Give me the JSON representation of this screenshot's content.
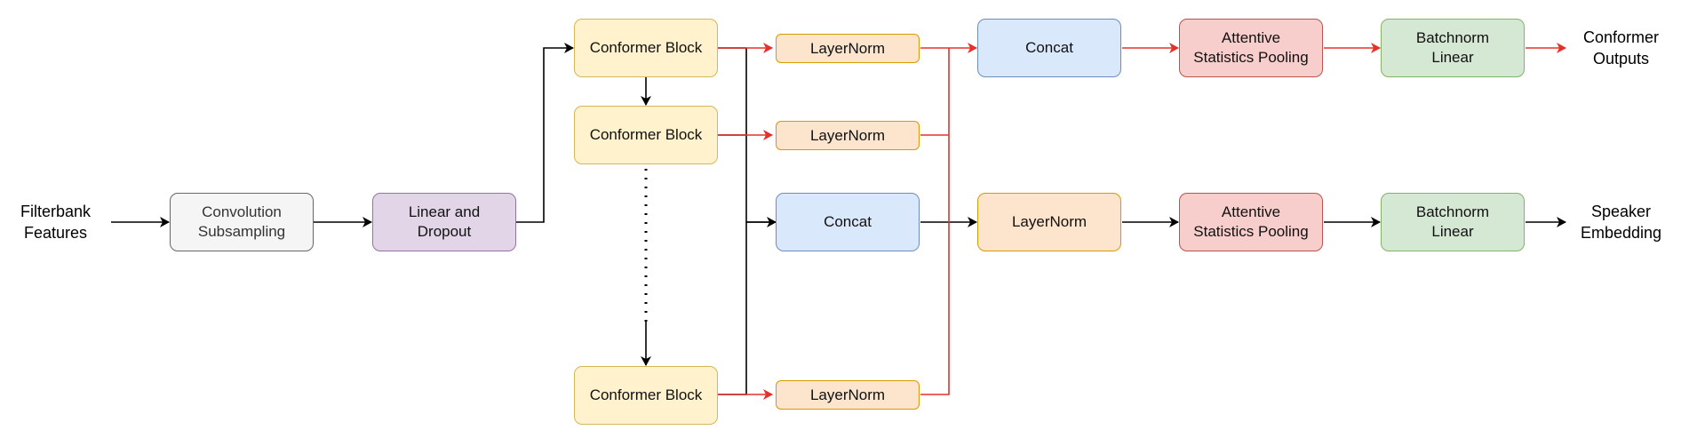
{
  "labels": {
    "input": "Filterbank\nFeatures",
    "out1": "Conformer\nOutputs",
    "out2": "Speaker\nEmbedding"
  },
  "nodes": {
    "conv": "Convolution\nSubsampling",
    "lin": "Linear and\nDropout",
    "cb1": "Conformer Block",
    "cb2": "Conformer Block",
    "cb3": "Conformer Block",
    "ln1": "LayerNorm",
    "ln2": "LayerNorm",
    "ln3": "LayerNorm",
    "concat_top": "Concat",
    "concat_mid": "Concat",
    "ln_mid": "LayerNorm",
    "asp_top": "Attentive\nStatistics Pooling",
    "asp_mid": "Attentive\nStatistics Pooling",
    "bn_top": "Batchnorm\nLinear",
    "bn_mid": "Batchnorm\nLinear"
  },
  "colors": {
    "gray": {
      "fill": "#f5f5f5",
      "stroke": "#666666"
    },
    "purple": {
      "fill": "#e1d5e7",
      "stroke": "#9673a6"
    },
    "yellow": {
      "fill": "#fff2cc",
      "stroke": "#d6b656"
    },
    "orange": {
      "fill": "#fce4cd",
      "stroke": "#d79b00"
    },
    "blue": {
      "fill": "#dae8fc",
      "stroke": "#6c8ebf"
    },
    "red": {
      "fill": "#f8cecc",
      "stroke": "#b85450"
    },
    "green": {
      "fill": "#d5e8d4",
      "stroke": "#82b366"
    },
    "edge_black": "#000000",
    "edge_red": "#e8302a"
  }
}
